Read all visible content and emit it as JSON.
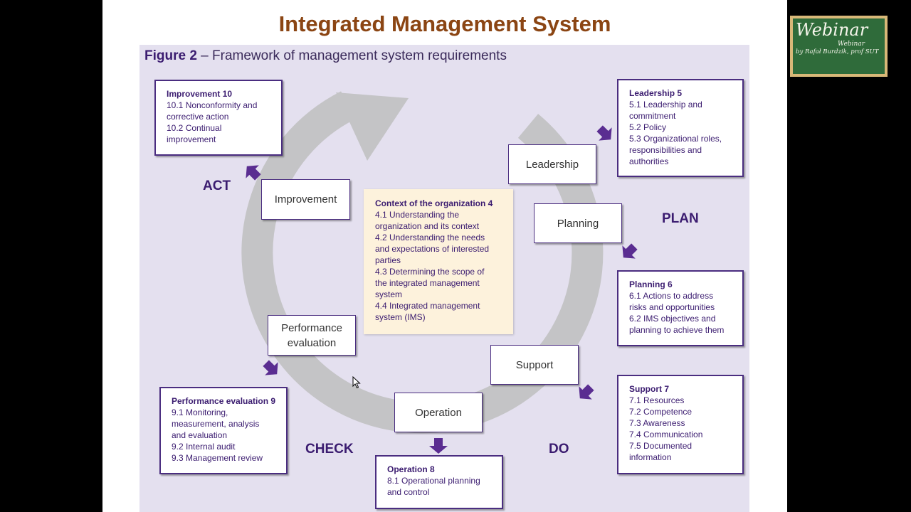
{
  "slide": {
    "title": "Integrated Management System",
    "figure": {
      "label": "Figure 2",
      "sep": " – ",
      "caption": "Framework of management system requirements"
    }
  },
  "phases": {
    "act": "ACT",
    "plan": "PLAN",
    "check": "CHECK",
    "do": "DO"
  },
  "cycle_stages": {
    "leadership": "Leadership",
    "planning": "Planning",
    "support": "Support",
    "operation": "Operation",
    "performance_line1": "Performance",
    "performance_line2": "evaluation",
    "improvement": "Improvement"
  },
  "context": {
    "heading": "Context of the organization 4",
    "lines": [
      "4.1 Understanding the",
      "organization and its context",
      "4.2 Understanding the needs",
      "and expectations of interested",
      "parties",
      "4.3 Determining the scope of",
      "the integrated management",
      "system",
      "4.4 Integrated management",
      "system (IMS)"
    ]
  },
  "details": {
    "improvement": {
      "heading": "Improvement 10",
      "lines": [
        "10.1 Nonconformity and",
        "corrective action",
        "10.2 Continual",
        "improvement"
      ]
    },
    "leadership": {
      "heading": "Leadership 5",
      "lines": [
        "5.1 Leadership and",
        "commitment",
        "5.2 Policy",
        "5.3 Organizational roles,",
        "responsibilities and",
        "authorities"
      ]
    },
    "planning": {
      "heading": "Planning 6",
      "lines": [
        "6.1 Actions to address",
        "risks and opportunities",
        "6.2 IMS objectives and",
        "planning to achieve them"
      ]
    },
    "support": {
      "heading": "Support 7",
      "lines": [
        "7.1 Resources",
        "7.2 Competence",
        "7.3 Awareness",
        "7.4 Communication",
        "7.5 Documented",
        "information"
      ]
    },
    "performance": {
      "heading": "Performance evaluation 9",
      "lines": [
        "9.1 Monitoring,",
        "measurement, analysis",
        "and evaluation",
        "9.2 Internal audit",
        "9.3 Management review"
      ]
    },
    "operation": {
      "heading": "Operation 8",
      "lines": [
        "8.1 Operational planning",
        "and control"
      ]
    }
  },
  "badge": {
    "title": "Webinar",
    "subtitle": "Webinar",
    "byline": "by Rafał Burdzik, prof SUT"
  },
  "colors": {
    "title": "#8b4513",
    "accent": "#4a2d80",
    "panel": "#e4e0ef",
    "ring": "#c4c4c6",
    "context_bg": "#fdf2dc",
    "badge_board": "#2f6b3a"
  },
  "icons": [
    "cycle-arrow-icon",
    "pointer-arrow-icon",
    "mouse-cursor-icon"
  ]
}
